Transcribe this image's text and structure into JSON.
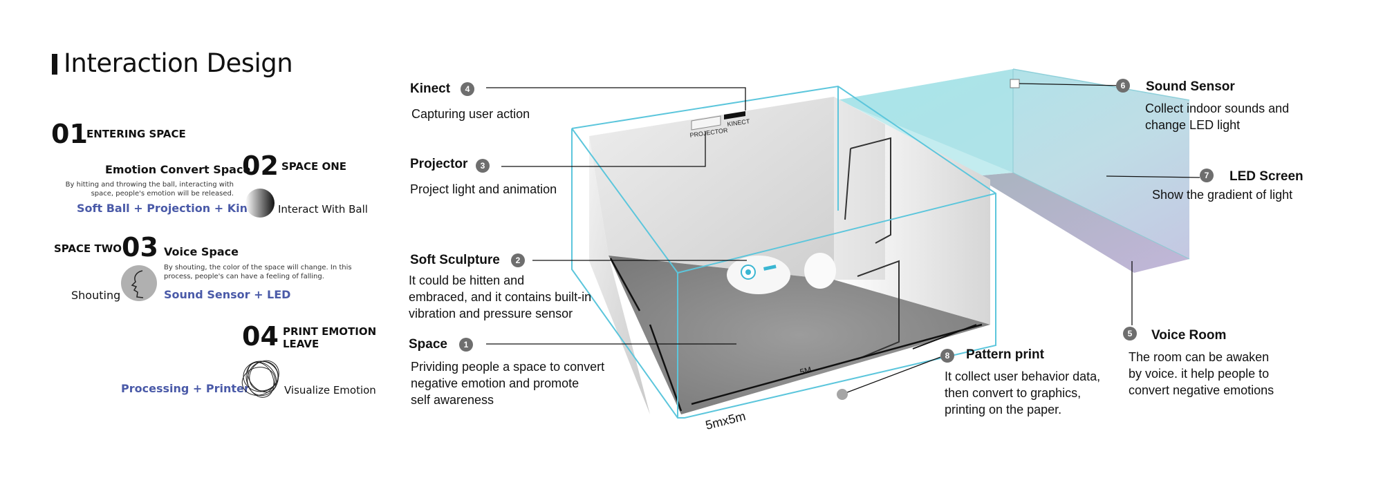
{
  "title": "Interaction Design",
  "steps": {
    "s01": {
      "num": "01",
      "name": "ENTERING  SPACE"
    },
    "s02": {
      "num": "02",
      "name": "SPACE ONE",
      "subtitle": "Emotion  Convert  Space",
      "desc_line1": "By hitting and throwing the ball,  interacting with",
      "desc_line2": "space, people's emotion will be released.",
      "tech": "Soft Ball + Projection + Kinect",
      "caption": "Interact With Ball",
      "icon": "gradient-ball-icon"
    },
    "s03": {
      "num": "03",
      "name": "SPACE TWO",
      "subtitle": "Voice Space",
      "desc_line1": "By shouting, the color of the space will change. In this",
      "desc_line2": "process, people's can have a feeling of falling.",
      "tech": "Sound Sensor + LED",
      "caption": "Shouting",
      "icon": "shouting-face-icon"
    },
    "s04": {
      "num": "04",
      "name_line1": "PRINT  EMOTION",
      "name_line2": "LEAVE",
      "tech": "Processing  +  Printer",
      "caption": "Visualize Emotion",
      "icon": "tangled-lines-icon"
    }
  },
  "callouts": {
    "kinect": {
      "badge": "4",
      "label": "Kinect",
      "line1": "Capturing user action"
    },
    "projector": {
      "badge": "3",
      "label": "Projector",
      "line1": "Project light and animation"
    },
    "soft": {
      "badge": "2",
      "label": "Soft Sculpture",
      "line1": "It could be hitten and",
      "line2": "embraced, and it contains built-in",
      "line3": "vibration and pressure sensor"
    },
    "space": {
      "badge": "1",
      "label": "Space",
      "line1": "Prividing people a space to convert",
      "line2": "negative emotion and promote",
      "line3": "self awareness"
    },
    "pattern": {
      "badge": "8",
      "label": "Pattern print",
      "line1": "It collect user behavior data,",
      "line2": "then convert to graphics,",
      "line3": "printing on the paper."
    },
    "sound": {
      "badge": "6",
      "label": "Sound Sensor",
      "line1": "Collect indoor sounds and",
      "line2": "change LED light"
    },
    "led": {
      "badge": "7",
      "label": "LED Screen",
      "line1": "Show the gradient of light"
    },
    "voice": {
      "badge": "5",
      "label": "Voice Room",
      "line1": "The room can be awaken",
      "line2": "by voice. it help people to",
      "line3": "convert negative emotions"
    }
  },
  "room_labels": {
    "projector": "PROJECTOR",
    "kinect": "KINECT",
    "width": "5M",
    "size": "5mx5m"
  },
  "colors": {
    "accent_blue": "#4a5aa8",
    "outline_cyan": "#5cc6dc",
    "badge_gray": "#6e6e6e"
  }
}
